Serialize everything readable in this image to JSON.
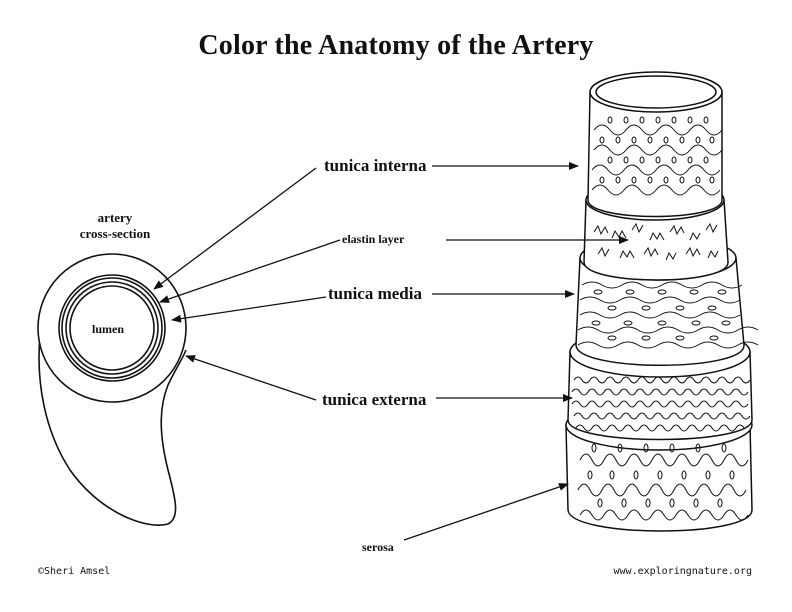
{
  "title": "Color the Anatomy of the Artery",
  "cross_section": {
    "heading_line1": "artery",
    "heading_line2": "cross-section",
    "lumen_label": "lumen"
  },
  "labels": {
    "tunica_interna": "tunica interna",
    "elastin_layer": "elastin layer",
    "tunica_media": "tunica media",
    "tunica_externa": "tunica externa",
    "serosa": "serosa"
  },
  "footer": {
    "copyright": "©Sheri Amsel",
    "website": "www.exploringnature.org"
  }
}
